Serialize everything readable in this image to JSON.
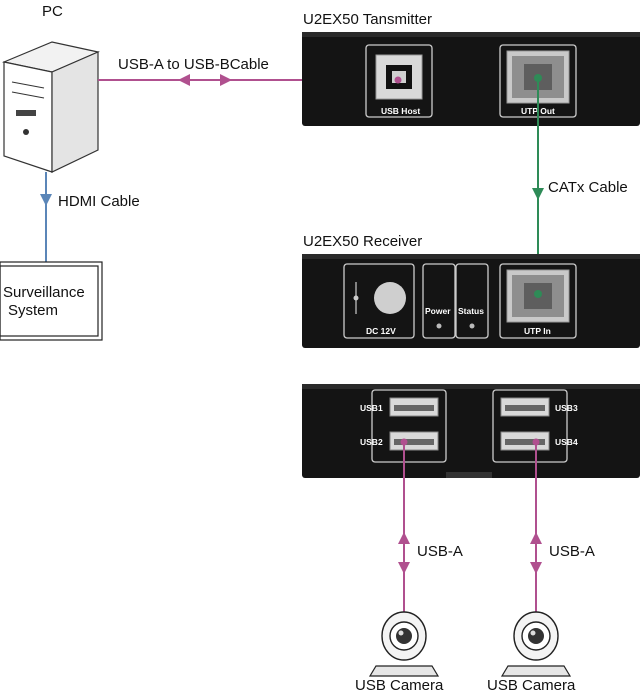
{
  "pc": {
    "label": "PC"
  },
  "transmitter": {
    "title": "U2EX50 Tansmitter",
    "port_usb_host": "USB Host",
    "port_utp_out": "UTP Out"
  },
  "receiver": {
    "title": "U2EX50  Receiver",
    "port_dc": "DC 12V",
    "led_power": "Power",
    "led_status": "Status",
    "port_utp_in": "UTP In",
    "usb_ports": [
      "USB1",
      "USB2",
      "USB3",
      "USB4"
    ]
  },
  "cables": {
    "usb_ab": "USB-A to USB-BCable",
    "hdmi": "HDMI Cable",
    "catx": "CATx Cable",
    "usb_a_left": "USB-A",
    "usb_a_right": "USB-A"
  },
  "surveillance": {
    "line1": "Surveillance",
    "line2": "System"
  },
  "cameras": {
    "left": "USB Camera",
    "right": "USB Camera"
  },
  "colors": {
    "usb": "#b0508f",
    "hdmi": "#5b86b8",
    "catx": "#2e8b57",
    "device": "#141414"
  }
}
